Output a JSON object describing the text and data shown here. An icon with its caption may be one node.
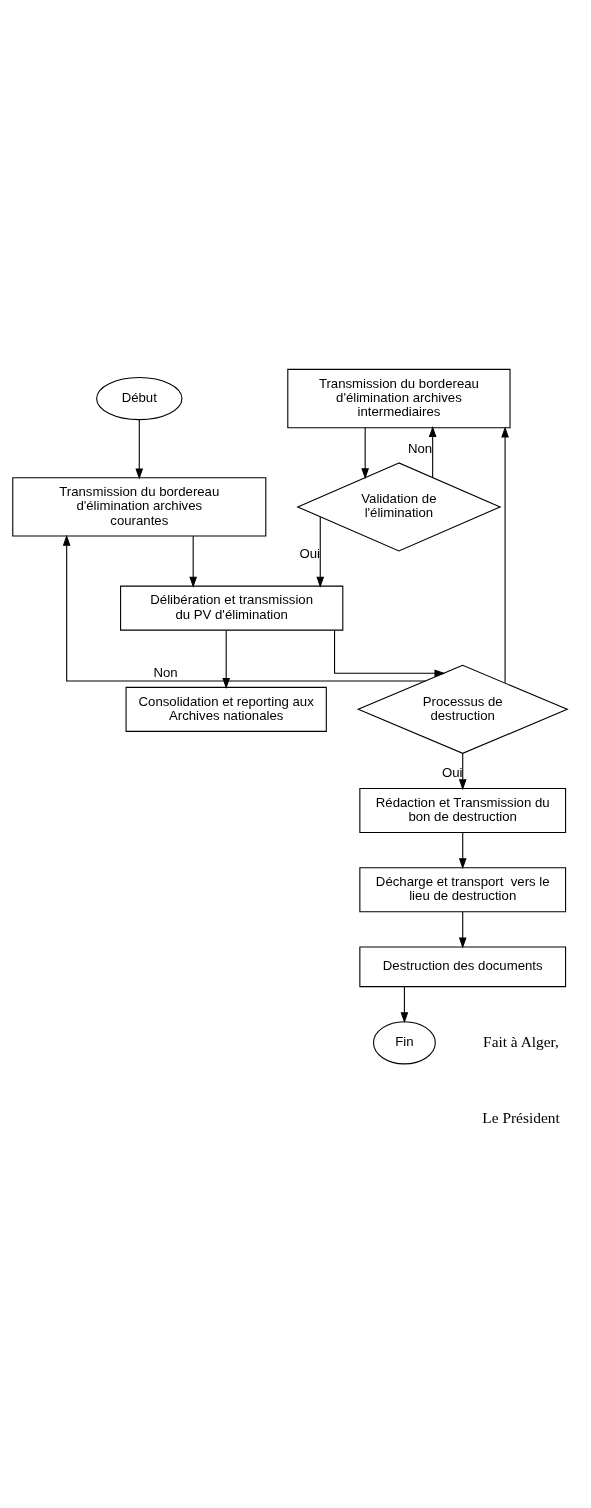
{
  "diagram": {
    "nodes": [
      {
        "text": [
          "Début"
        ]
      },
      {
        "text": [
          "Transmission du bordereau d'élimination archives courantes"
        ]
      },
      {
        "text": [
          "Transmission du bordereau d'élimination archives intermediaires"
        ]
      },
      {
        "text": [
          "Validation de l'élimination"
        ]
      },
      {
        "text": [
          "Délibération et transmission du PV d'élimination"
        ]
      },
      {
        "text": [
          "Consolidation et reporting aux Archives nationales"
        ]
      },
      {
        "text": [
          "Processus de destruction"
        ]
      },
      {
        "text": [
          "Rédaction et Transmission du bon de destruction"
        ]
      },
      {
        "text": [
          "Décharge et transport  vers le lieu de destruction"
        ]
      },
      {
        "text": [
          "Destruction des documents"
        ]
      },
      {
        "text": [
          "Fin"
        ]
      }
    ],
    "edges": [
      {
        "from": 0,
        "to": 1,
        "arrow": "to"
      },
      {
        "from": 1,
        "to": 4,
        "arrow": "to"
      },
      {
        "from": 2,
        "to": 3,
        "arrow": "to"
      },
      {
        "from": 3,
        "to": 2,
        "arrow": "to",
        "label": "Non"
      },
      {
        "from": 3,
        "to": 4,
        "arrow": "to",
        "label": "Oui"
      },
      {
        "from": 4,
        "to": 5,
        "arrow": "to"
      },
      {
        "from": 4,
        "to": 6,
        "arrow": "to"
      },
      {
        "from": 6,
        "to": 1,
        "arrow": "to",
        "label": "Non"
      },
      {
        "from": 6,
        "to": 2,
        "arrow": "to"
      },
      {
        "from": 6,
        "to": 7,
        "arrow": "to",
        "label": "Oui"
      },
      {
        "from": 7,
        "to": 8,
        "arrow": "to"
      },
      {
        "from": 8,
        "to": 9,
        "arrow": "to"
      },
      {
        "from": 9,
        "to": 10,
        "arrow": "to"
      }
    ],
    "labels": [
      "Fait à Alger,",
      "Le Président"
    ]
  }
}
